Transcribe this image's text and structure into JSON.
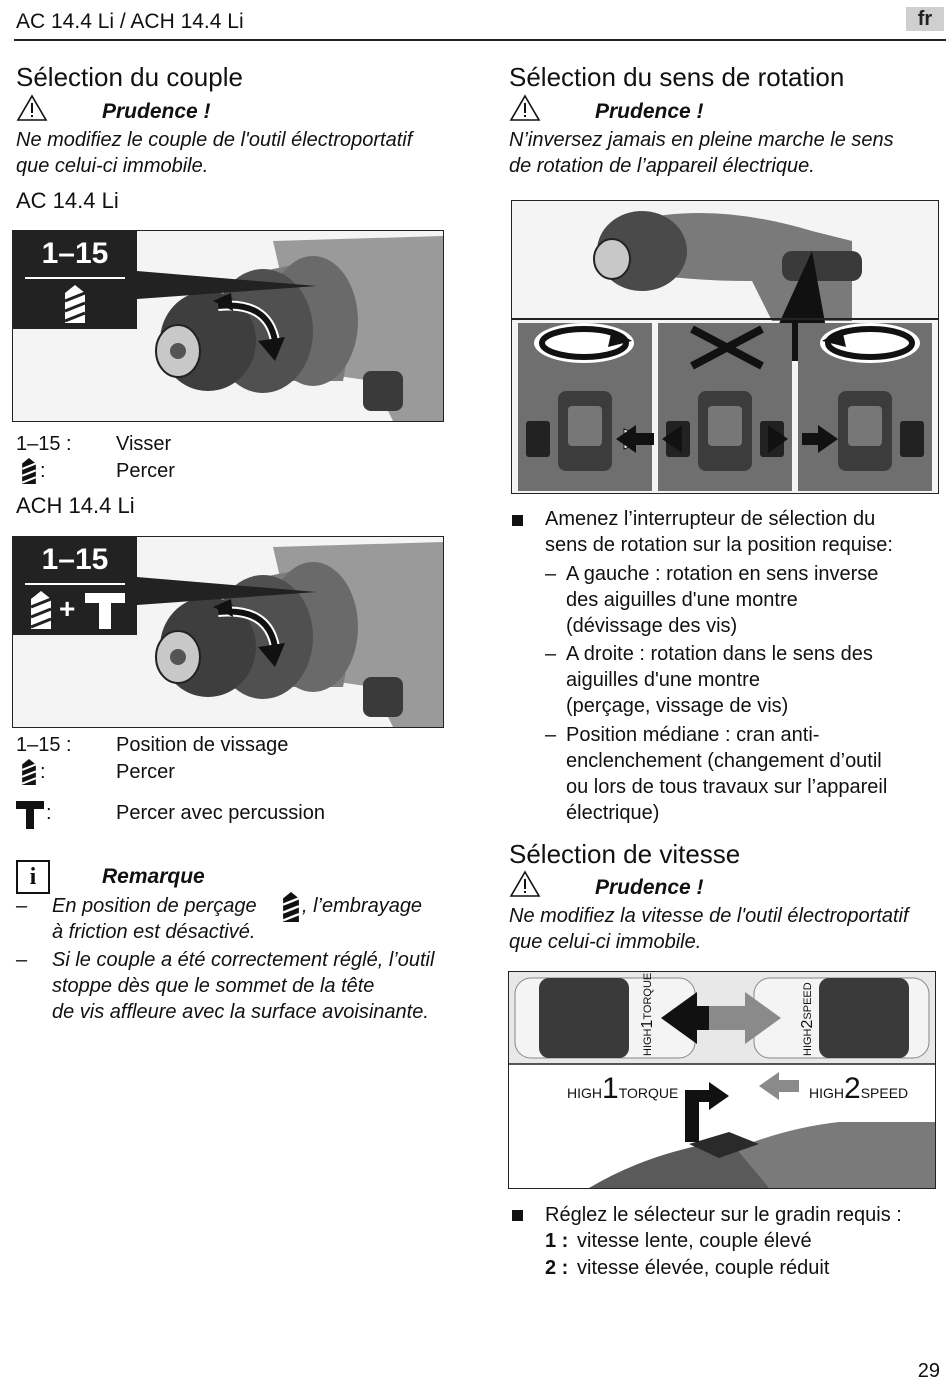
{
  "header": {
    "title": "AC 14.4 Li / ACH 14.4 Li",
    "lang": "fr"
  },
  "left": {
    "title": "Sélection du couple",
    "warning_label": "Prudence !",
    "warning_text_1": "Ne modifiez le couple de l'outil électroportatif",
    "warning_text_2": "que celui-ci immobile.",
    "model_ac": "AC 14.4 Li",
    "fig1_badge": "1–15",
    "fig1_legend": [
      {
        "key": "1–15 :",
        "value": "Visser"
      },
      {
        "key": ":",
        "value": "Percer"
      }
    ],
    "model_ach": "ACH 14.4 Li",
    "fig2_badge": "1–15",
    "fig2_legend": [
      {
        "key": "1–15 :",
        "value": "Position de vissage"
      },
      {
        "key": ":",
        "value": "Percer"
      },
      {
        "key": ":",
        "value": "Percer avec percussion"
      }
    ],
    "note_label": "Remarque",
    "note_1_line1a": "En position de perçage",
    "note_1_line1b": ", l’embrayage",
    "note_1_line2": "à friction est désactivé.",
    "note_2_line1": "Si le couple a été correctement réglé, l’outil",
    "note_2_line2": "stoppe dès que le sommet de la tête",
    "note_2_line3": "de vis affleure avec la surface avoisinante.",
    "dash": "–"
  },
  "right": {
    "title": "Sélection du sens de rotation",
    "warning_label": "Prudence !",
    "warning_text_1": "N’inversez jamais en pleine marche le sens",
    "warning_text_2": "de rotation de l’appareil électrique.",
    "bullet1_line1": "Amenez l’interrupteur de sélection du",
    "bullet1_line2": "sens de rotation sur la position requise:",
    "sub_items": [
      [
        "A gauche : rotation en sens inverse",
        "des aiguilles d'une montre",
        "(dévissage des vis)"
      ],
      [
        "A droite : rotation dans le sens des",
        "aiguilles d'une montre",
        "(perçage, vissage de vis)"
      ],
      [
        "Position médiane : cran anti-",
        "enclenchement (changement d’outil",
        "ou lors de tous travaux sur l’appareil",
        "électrique)"
      ]
    ],
    "speed_title": "Sélection de vitesse",
    "speed_warning_label": "Prudence !",
    "speed_warning_1": "Ne modifiez la vitesse de l'outil électroportatif",
    "speed_warning_2": "que celui-ci immobile.",
    "gear1_high": "HIGH",
    "gear1_num": "1",
    "gear1_word": "TORQUE",
    "gear2_high": "HIGH",
    "gear2_num": "2",
    "gear2_word": "SPEED",
    "bullet2": "Réglez le sélecteur sur le gradin requis :",
    "gear_list": [
      {
        "num": "1 :",
        "text": "vitesse lente, couple élevé"
      },
      {
        "num": "2 :",
        "text": "vitesse élevée, couple réduit"
      }
    ]
  },
  "page_number": "29",
  "colors": {
    "badge_bg": "#222222",
    "figure_bg": "#f2f2f2",
    "arrow_gray": "#8a8a8a"
  }
}
